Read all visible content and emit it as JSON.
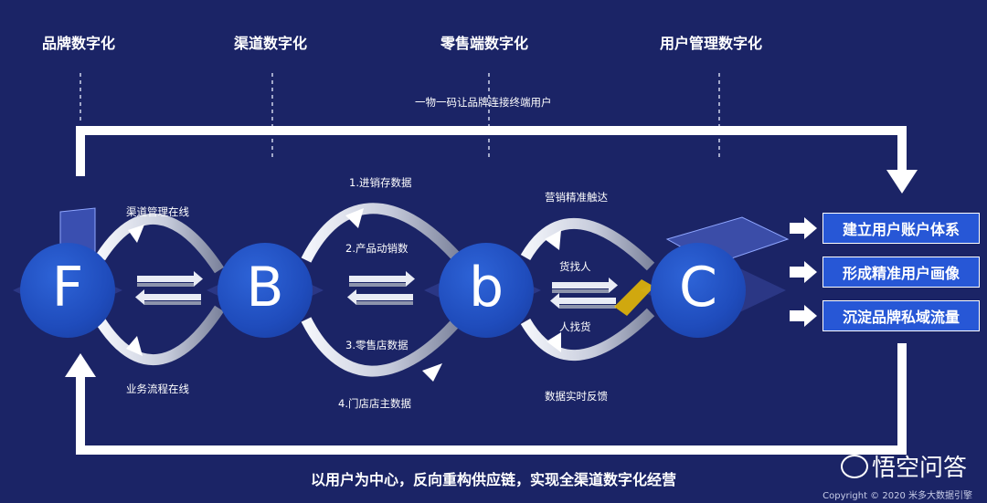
{
  "categories": [
    "品牌数字化",
    "渠道数字化",
    "零售端数字化",
    "用户管理数字化"
  ],
  "top_loop_label": "一物一码让品牌连接终端用户",
  "nodes": [
    "F",
    "B",
    "b",
    "C"
  ],
  "fb_labels": {
    "top": "渠道管理在线",
    "bottom": "业务流程在线"
  },
  "bb_labels": [
    "1.进销存数据",
    "2.产品动销数",
    "3.零售店数据",
    "4.门店店主数据"
  ],
  "bc_labels": {
    "top": "营销精准触达",
    "mid_top": "货找人",
    "mid_bottom": "人找货",
    "bottom": "数据实时反馈"
  },
  "outputs": [
    "建立用户账户体系",
    "形成精准用户画像",
    "沉淀品牌私域流量"
  ],
  "bottom_text": "以用户为中心，反向重构供应链，实现全渠道数字化经营",
  "watermark": "悟空问答",
  "copyright": "Copyright © 2020  米多大数据引擎",
  "colors": {
    "background": "#1b2466",
    "node": "#1f4cbc",
    "output_box": "#2757d6",
    "arrow_light": "#e9ecf5",
    "arrow_shade": "#8d94ac"
  }
}
